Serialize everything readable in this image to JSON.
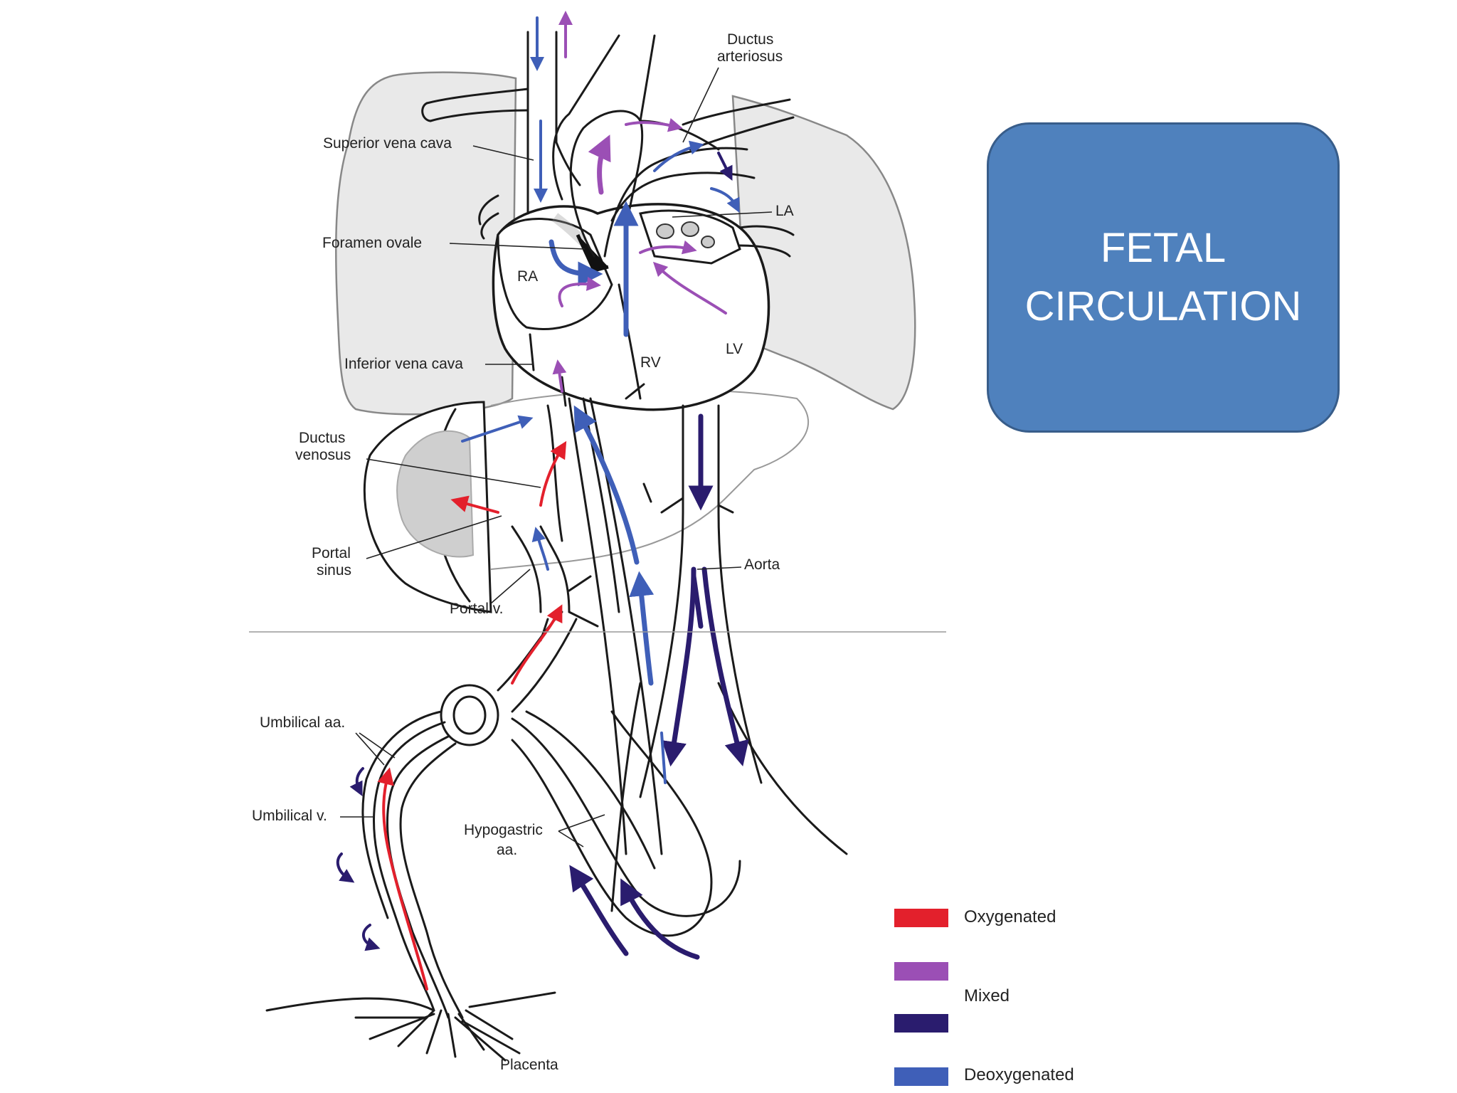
{
  "title": {
    "line1": "FETAL",
    "line2": "CIRCULATION"
  },
  "labels": {
    "ductus_arteriosus_1": "Ductus",
    "ductus_arteriosus_2": "arteriosus",
    "superior_vena_cava": "Superior vena cava",
    "la": "LA",
    "foramen_ovale": "Foramen ovale",
    "ra": "RA",
    "rv": "RV",
    "lv": "LV",
    "inferior_vena_cava": "Inferior vena cava",
    "ductus_venosus_1": "Ductus",
    "ductus_venosus_2": "venosus",
    "portal_sinus_1": "Portal",
    "portal_sinus_2": "sinus",
    "portal_v": "Portal v.",
    "aorta": "Aorta",
    "umbilical_aa": "Umbilical aa.",
    "umbilical_v": "Umbilical v.",
    "hypogastric_aa_1": "Hypogastric",
    "hypogastric_aa_2": "aa.",
    "placenta": "Placenta"
  },
  "legend": {
    "oxygenated": "Oxygenated",
    "mixed": "Mixed",
    "deoxygenated": "Deoxygenated"
  },
  "colors": {
    "oxygenated": "#e3202c",
    "mixed": "#9b4fb5",
    "dark_deoxygenated": "#2a1c6e",
    "deoxygenated": "#3f5fb8",
    "title_box": "#4f81bd",
    "lung": "#e9e9e9"
  }
}
